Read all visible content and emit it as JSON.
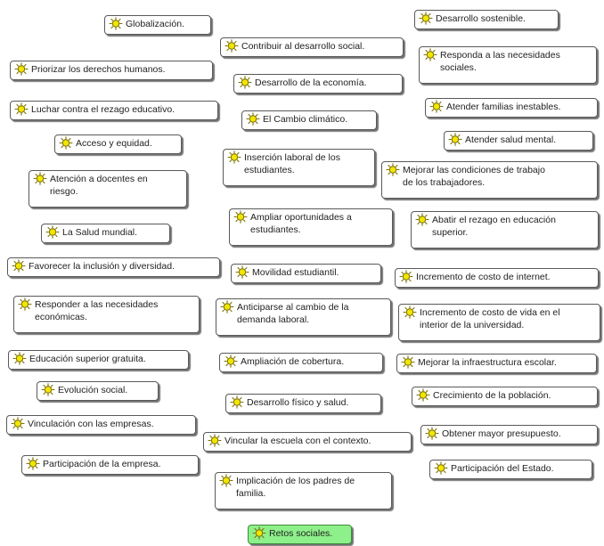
{
  "nodes": [
    {
      "id": "globalizacion",
      "text": "Globalización."
    },
    {
      "id": "contribuir",
      "text": "Contribuir al desarrollo social."
    },
    {
      "id": "desarrollo-sostenible",
      "text": "Desarrollo sostenible."
    },
    {
      "id": "priorizar",
      "text": "Priorizar los derechos humanos."
    },
    {
      "id": "responda",
      "text": "Responda a las necesidades\nsociales."
    },
    {
      "id": "desarrollo-economia",
      "text": "Desarrollo de la economía."
    },
    {
      "id": "luchar",
      "text": "Luchar contra el rezago educativo."
    },
    {
      "id": "familias",
      "text": "Atender familias inestables."
    },
    {
      "id": "cambio-climatico",
      "text": "El Cambio climático."
    },
    {
      "id": "acceso",
      "text": "Acceso y equidad."
    },
    {
      "id": "salud-mental",
      "text": "Atender salud mental."
    },
    {
      "id": "insercion",
      "text": "Inserción laboral de los\nestudiantes."
    },
    {
      "id": "condiciones",
      "text": "Mejorar las condiciones de trabajo\nde los trabajadores."
    },
    {
      "id": "docentes",
      "text": "Atención a docentes en\nriesgo."
    },
    {
      "id": "oportunidades",
      "text": "Ampliar oportunidades a\nestudiantes."
    },
    {
      "id": "abatir",
      "text": "Abatir el rezago en educación\nsuperior."
    },
    {
      "id": "salud-mundial",
      "text": "La Salud mundial."
    },
    {
      "id": "inclusion",
      "text": "Favorecer la inclusión y diversidad."
    },
    {
      "id": "movilidad",
      "text": "Movilidad estudiantil."
    },
    {
      "id": "internet",
      "text": "Incremento de costo de internet."
    },
    {
      "id": "necesidades-economicas",
      "text": "Responder a las necesidades\neconómicas."
    },
    {
      "id": "anticiparse",
      "text": "Anticiparse al cambio de la\ndemanda laboral."
    },
    {
      "id": "costo-vida",
      "text": "Incremento de costo de vida en el\ninterior de la universidad."
    },
    {
      "id": "gratuita",
      "text": "Educación superior gratuita."
    },
    {
      "id": "cobertura",
      "text": "Ampliación de cobertura."
    },
    {
      "id": "infraestructura",
      "text": "Mejorar la infraestructura escolar."
    },
    {
      "id": "evolucion",
      "text": "Evolución social."
    },
    {
      "id": "crecimiento",
      "text": "Crecimiento de la población."
    },
    {
      "id": "fisico",
      "text": "Desarrollo físico y salud."
    },
    {
      "id": "vinculacion",
      "text": "Vinculación con las empresas."
    },
    {
      "id": "presupuesto",
      "text": "Obtener mayor presupuesto."
    },
    {
      "id": "vincular",
      "text": "Vincular la escuela con el contexto."
    },
    {
      "id": "participacion-empresa",
      "text": "Participación de la empresa."
    },
    {
      "id": "participacion-estado",
      "text": "Participación del Estado."
    },
    {
      "id": "padres",
      "text": "Implicación de los padres de\nfamilia."
    },
    {
      "id": "retos",
      "text": "Retos sociales."
    }
  ],
  "colors": {
    "root_fill": "#8ef08a",
    "node_fill": "#ffffff",
    "icon_sun": "#f2e600",
    "icon_outline": "#7a6f00"
  }
}
